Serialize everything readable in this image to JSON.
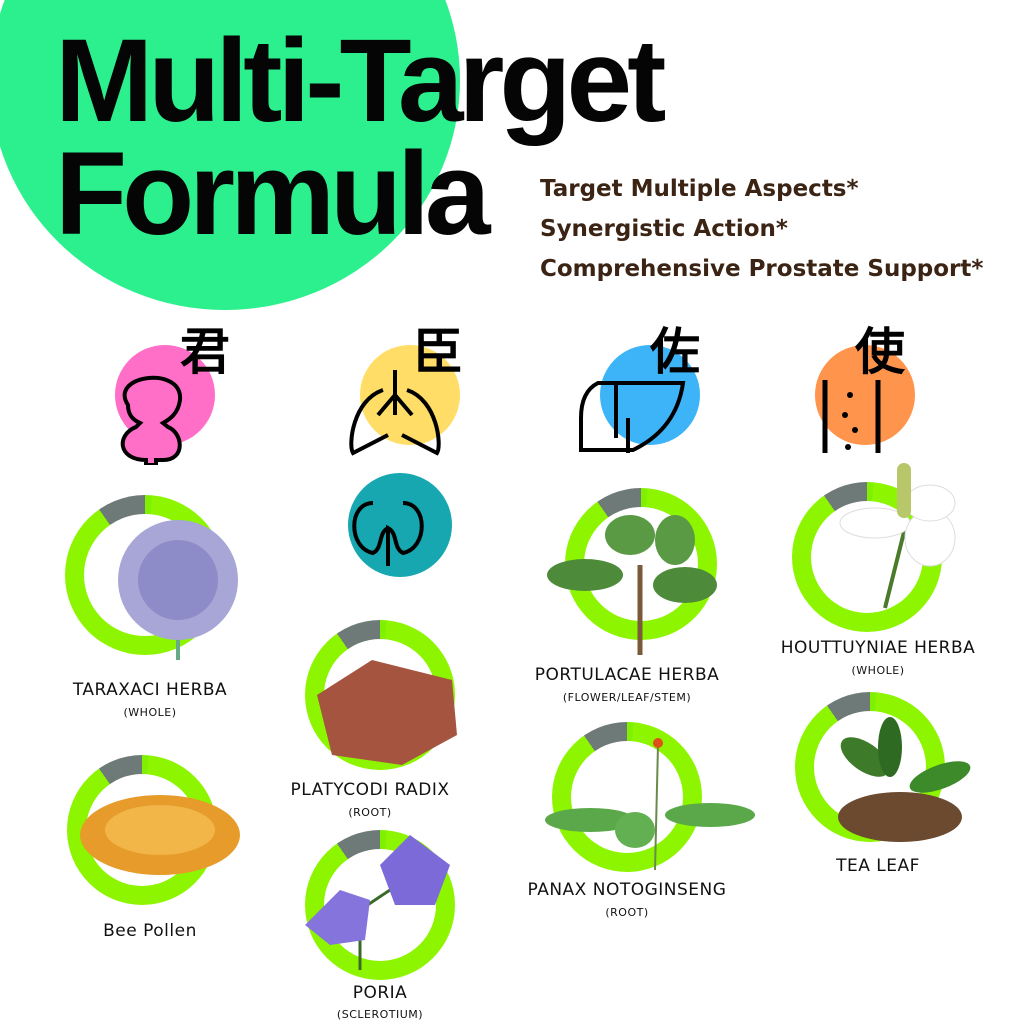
{
  "header": {
    "title_line1": "Multi-Target",
    "title_line2": "Formula",
    "taglines": [
      "Target Multiple Aspects*",
      "Synergistic Action*",
      "Comprehensive Prostate Support*"
    ]
  },
  "roles": [
    {
      "char": "君",
      "icon": "prostate-icon",
      "color": "#ff6ec7"
    },
    {
      "char": "臣",
      "icon": "lungs-icon",
      "color": "#ffdd66"
    },
    {
      "char": "佐",
      "icon": "liver-icon",
      "color": "#3db4f7"
    },
    {
      "char": "使",
      "icon": "intestine-icon",
      "color": "#ff944d"
    }
  ],
  "extra_icon": {
    "icon": "kidneys-icon",
    "color": "#16a7b0"
  },
  "ingredients": [
    {
      "name": "TARAXACI HERBA",
      "part": "(WHOLE)"
    },
    {
      "name": "Bee Pollen",
      "part": ""
    },
    {
      "name": "PLATYCODI RADIX",
      "part": "(ROOT)"
    },
    {
      "name": "PORIA",
      "part": "(SCLEROTIUM)"
    },
    {
      "name": "PORTULACAE HERBA",
      "part": "(FLOWER/LEAF/STEM)"
    },
    {
      "name": "PANAX NOTOGINSENG",
      "part": "(ROOT)"
    },
    {
      "name": "HOUTTUYNIAE HERBA",
      "part": "(WHOLE)"
    },
    {
      "name": "TEA LEAF",
      "part": ""
    }
  ],
  "colors": {
    "accent_green": "#2cf08e",
    "ring_green": "#8ef500",
    "ring_gray": "#6e7a78"
  }
}
